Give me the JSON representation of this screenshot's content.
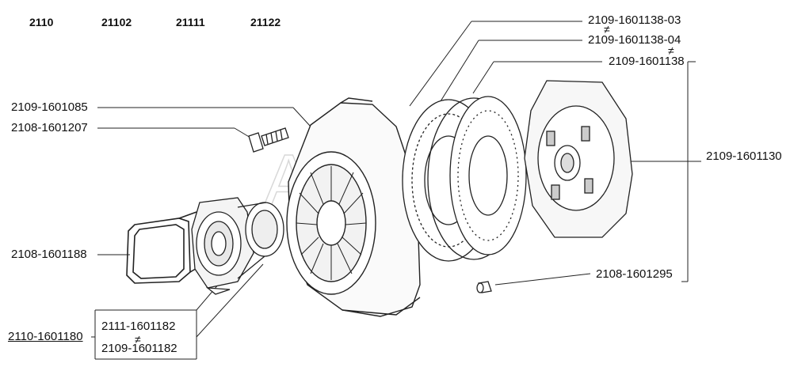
{
  "models": [
    "2110",
    "21102",
    "21111",
    "21122"
  ],
  "watermark": "APAG",
  "labels": {
    "clutch_disc_a": "2109-1601138-03",
    "clutch_disc_b": "2109-1601138-04",
    "clutch_disc_c": "2109-1601138",
    "pressure_plate": "2109-1601085",
    "bolt": "2108-1601207",
    "spring_clip": "2108-1601188",
    "release_assembly": "2110-1601180",
    "bearing_a": "2111-1601182",
    "bearing_b": "2109-1601182",
    "clutch_group": "2109-1601130",
    "pin": "2108-1601295"
  },
  "neq_symbol": "≠"
}
